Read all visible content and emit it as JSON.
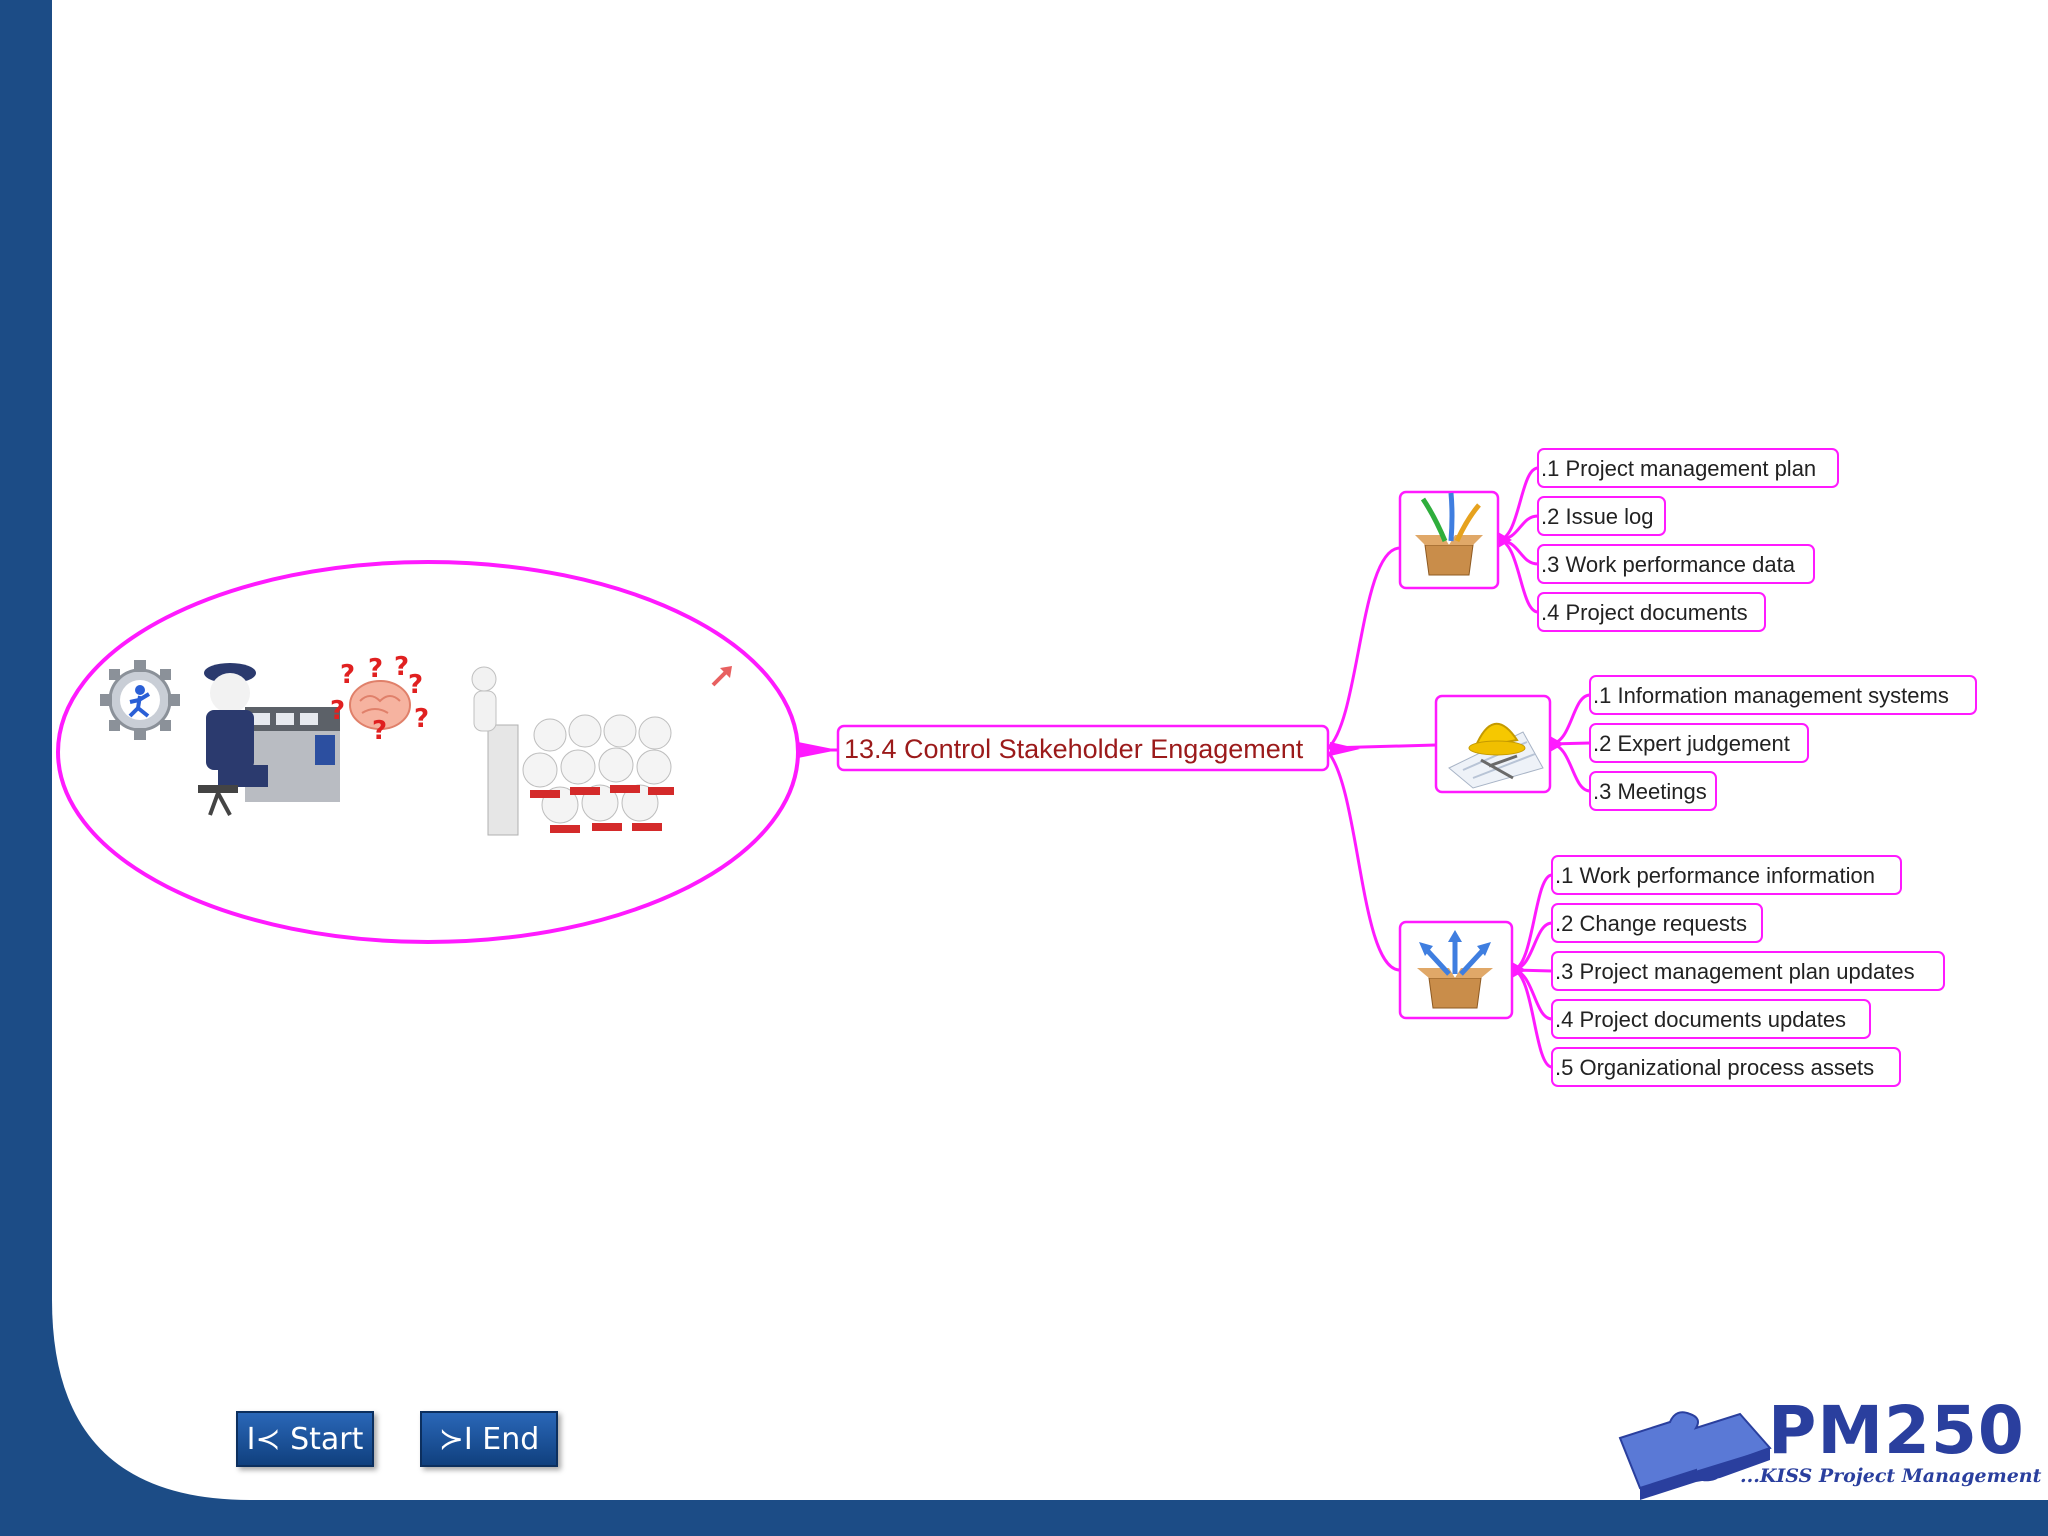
{
  "colors": {
    "frame": "#1c4c86",
    "branch": "#ff1aff",
    "central_text": "#9b1a1a"
  },
  "central": {
    "label": "13.4 Control Stakeholder Engagement"
  },
  "inputs": {
    "icon": "box-with-arrows-in-icon",
    "items": [
      ".1 Project management plan",
      ".2 Issue log",
      ".3 Work performance data",
      ".4 Project documents"
    ]
  },
  "tools": {
    "icon": "hardhat-blueprint-icon",
    "items": [
      ".1 Information management systems",
      ".2 Expert judgement",
      ".3 Meetings"
    ]
  },
  "outputs": {
    "icon": "box-with-arrows-out-icon",
    "items": [
      ".1 Work performance information",
      ".2 Change requests",
      ".3 Project management plan updates",
      ".4 Project documents updates",
      ".5 Organizational process assets"
    ]
  },
  "illustration": {
    "icons": [
      "gear-runner-icon",
      "control-officer-desk-icon",
      "brain-questions-icon",
      "presenter-audience-icon",
      "arrow-up-right-icon"
    ]
  },
  "nav": {
    "start_label": "I≺ Start",
    "end_label": "≻I End"
  },
  "logo": {
    "name": "PM250",
    "tagline": "...KISS Project Management"
  }
}
